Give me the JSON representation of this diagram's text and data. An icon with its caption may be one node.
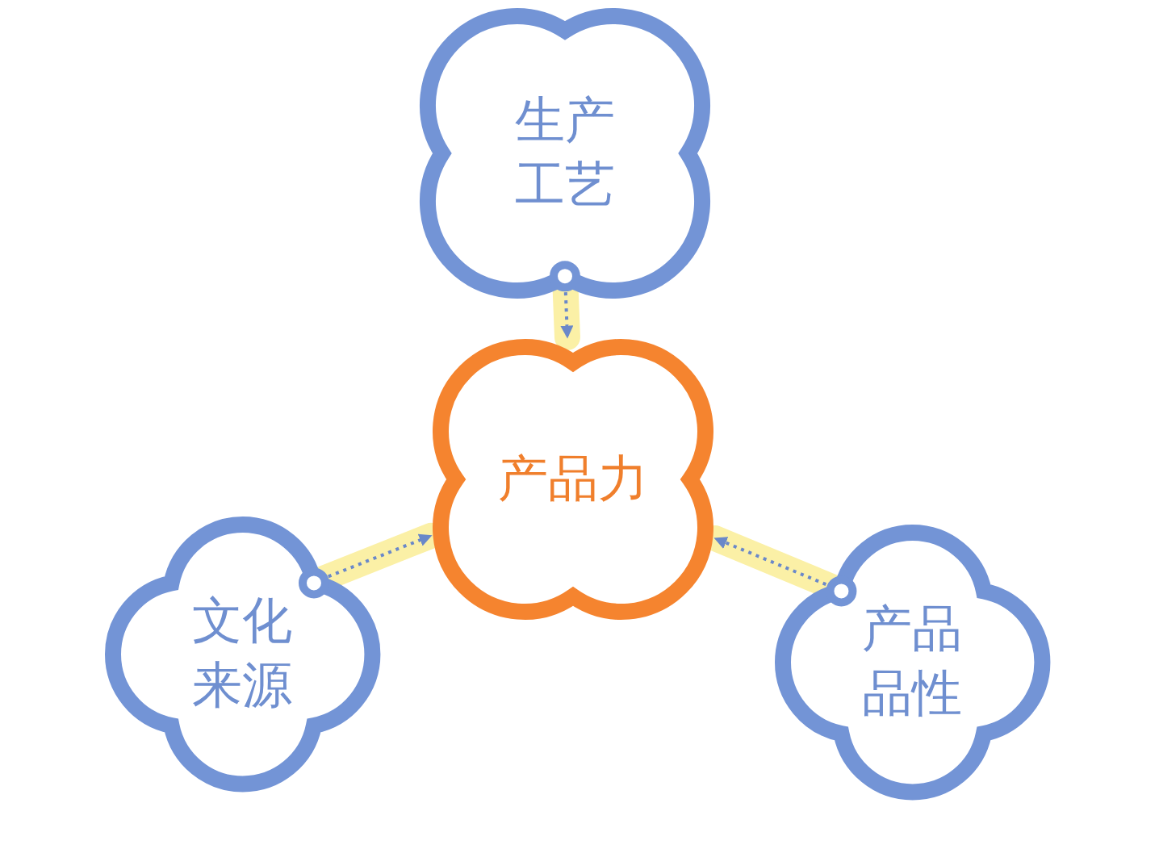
{
  "diagram": {
    "nodes": [
      {
        "text": [
          "生产工艺"
        ]
      },
      {
        "text": [
          "产品力"
        ]
      },
      {
        "text": [
          "文化来源"
        ]
      },
      {
        "text": [
          "产品品性"
        ]
      }
    ],
    "edges": [
      {
        "from": 0,
        "to": 1,
        "arrow": "to",
        "style": "dashed"
      },
      {
        "from": 2,
        "to": 1,
        "arrow": "to",
        "style": "dashed"
      },
      {
        "from": 3,
        "to": 1,
        "arrow": "to",
        "style": "dashed"
      }
    ]
  }
}
